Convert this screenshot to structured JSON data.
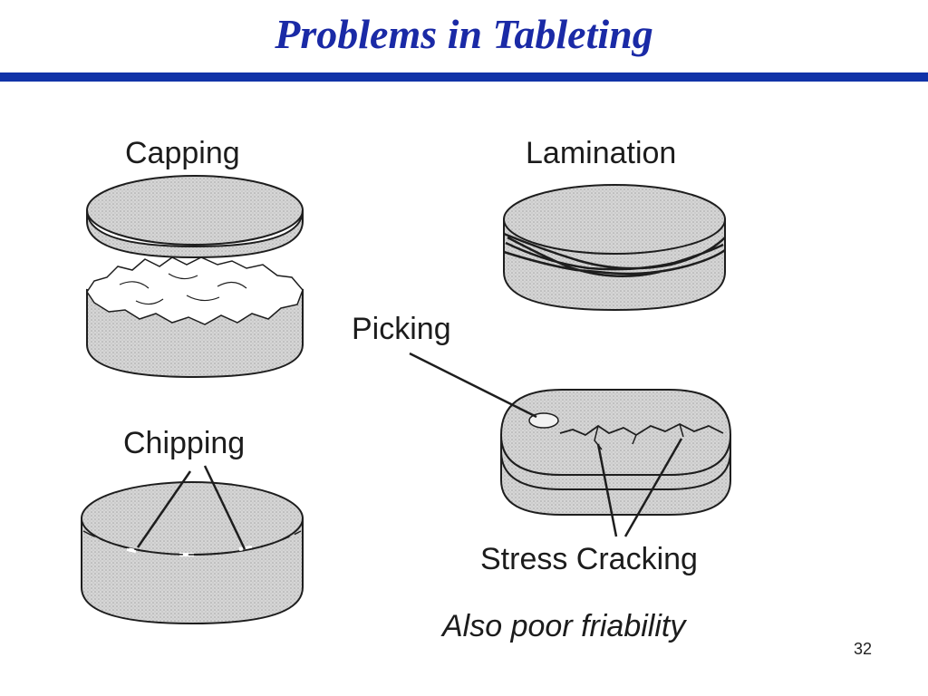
{
  "slide": {
    "title": "Problems in Tableting",
    "page_number": "32"
  },
  "labels": {
    "capping": "Capping",
    "lamination": "Lamination",
    "picking": "Picking",
    "chipping": "Chipping",
    "stress_cracking": "Stress Cracking",
    "also_poor_friability": "Also poor friability"
  },
  "colors": {
    "title": "#1a2aa6",
    "title_rule": "#1133a8",
    "tablet_fill": "#d4d4d4",
    "tablet_outline": "#1e1e1e"
  }
}
